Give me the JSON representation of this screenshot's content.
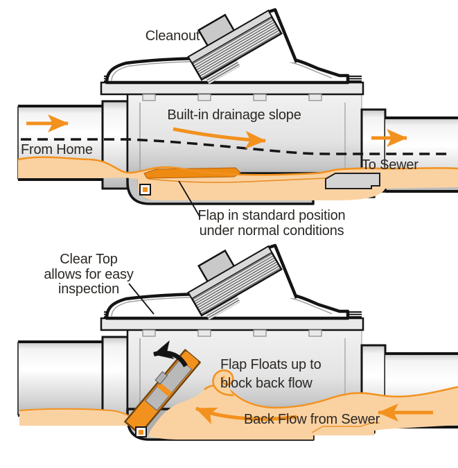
{
  "figure": {
    "panel_normal": {
      "cleanout_label": "Cleanout",
      "slope_label": "Built-in drainage slope",
      "from_home_label": "From Home",
      "to_sewer_label": "To Sewer",
      "flap_caption_line1": "Flap in standard position",
      "flap_caption_line2": "under normal conditions"
    },
    "panel_backflow": {
      "clear_top_line1": "Clear Top",
      "clear_top_line2": "allows for easy",
      "clear_top_line3": "inspection",
      "flap_floats_line1": "Flap Floats up to",
      "flap_floats_line2": "block back flow",
      "backflow_label": "Back Flow from Sewer"
    },
    "colors": {
      "flow_orange": "#F2911E",
      "water_fill": "#FAD2A2",
      "flap_orange": "#ED8A12",
      "outline_black": "#141414",
      "text_color": "#2b2824"
    }
  }
}
